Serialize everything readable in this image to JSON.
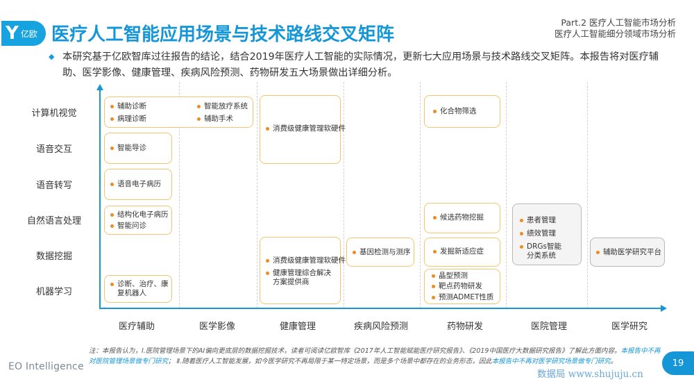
{
  "header": {
    "logo_mark": "Y",
    "logo_text": "亿欧",
    "title": "医疗人工智能应用场景与技术路线交叉矩阵",
    "part_line1": "Part.2  医疗人工智能市场分析",
    "part_line2": "医疗人工智能细分领域市场分析"
  },
  "intro": "本研究基于亿欧智库过往报告的结论，结合2019年医疗人工智能的实际情况，更新七大应用场景与技术路线交叉矩阵。本报告将对医疗辅助、医学影像、健康管理、疾病风险预测、药物研发五大场景做出详细分析。",
  "rows": [
    "计算机视觉",
    "语音交互",
    "语音转写",
    "自然语言处理",
    "数据挖掘",
    "机器学习"
  ],
  "columns": [
    "医疗辅助",
    "医学影像",
    "健康管理",
    "疾病风险预测",
    "药物研发",
    "医院管理",
    "医学研究"
  ],
  "cells": {
    "cv_assist": [
      "辅助诊断",
      "病理诊断",
      "智能放疗系统",
      "辅助手术"
    ],
    "voice_interaction": [
      "智能导诊"
    ],
    "voice_transcription": [
      "语音电子病历"
    ],
    "nlp_assist": [
      "结构化电子病历",
      "智能问诊"
    ],
    "ml_assist": [
      "诊断、治疗、康复机器人"
    ],
    "health_top": [
      "消费级健康管理软硬件"
    ],
    "health_bottom": [
      "消费级健康管理软硬件",
      "健康管理综合解决方案提供商"
    ],
    "risk_data": [
      "基因检测与测序"
    ],
    "drug_cv": [
      "化合物筛选"
    ],
    "drug_nlp": [
      "候选药物挖掘"
    ],
    "drug_data": [
      "发掘新适应症"
    ],
    "drug_ml": [
      "晶型预测",
      "靶点药物研发",
      "预测ADMET性质"
    ],
    "hospital": [
      "患者管理",
      "绩效管理",
      "DRGs智能分类系统"
    ],
    "research": [
      "辅助医学研究平台"
    ]
  },
  "footer": {
    "note_a": "注：本报告认为，Ⅰ.医院管理场景下的AI偏向更底层的数据挖掘技术，读者可阅读亿欧智库《2017年人工智能赋能医疗研究报告》、《2019中国医疗大数据研究报告》了解此方面内容。",
    "note_b": "本报告中不再对医院管理场景做专门研究",
    "note_c": "； Ⅱ.随着医疗人工智能发展，如今医学研究不再局限于某一特定场景，而是多个场景中都存在的业务形态，因此",
    "note_d": "本报告中不再对医学研究场景做专门研究",
    "note_e": "。",
    "brand": "EO Intelligence",
    "page": "19",
    "watermark": "数据局 www.shujuju.cn"
  },
  "colors": {
    "accent": "#1596d6",
    "box_border": "#f5c46e",
    "bullet": "#f08a1a",
    "gray_box": "#b8b8b8"
  }
}
